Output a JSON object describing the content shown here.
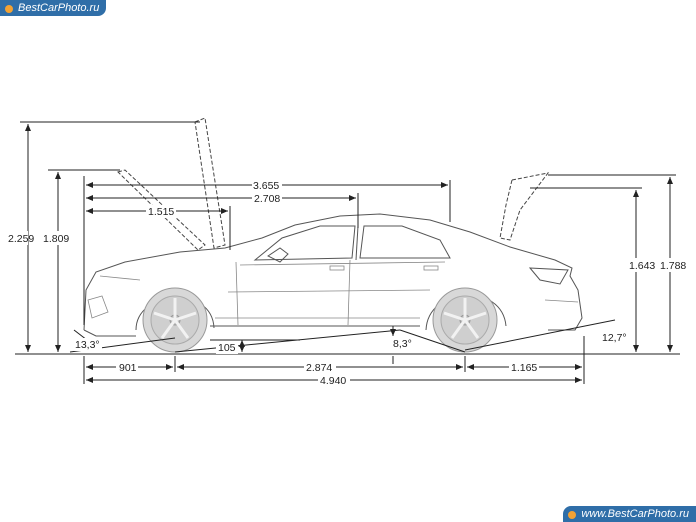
{
  "watermarks": {
    "top": "BestCarPhoto.ru",
    "bottom": "www.BestCarPhoto.ru"
  },
  "dimensions": {
    "height_hood_open": "2.259",
    "height_mirror": "1.809",
    "front_axle_to_windscreen_top": "3.655",
    "front_axle_to_pillar": "2.708",
    "front_axle_to_bpillar": "1.515",
    "height_roof": "1.643",
    "height_trunk_open": "1.788",
    "approach_angle": "13,3°",
    "ground_clearance": "105",
    "ramp_angle": "8,3°",
    "departure_angle": "12,7°",
    "front_overhang": "901",
    "wheelbase": "2.874",
    "rear_overhang": "1.165",
    "overall_length": "4.940"
  },
  "colors": {
    "line": "#222222",
    "car_outline": "#555555",
    "wheel_fill": "#d8d8d8",
    "watermark_bg": "#2f6ea8",
    "watermark_dot": "#f3a233"
  }
}
